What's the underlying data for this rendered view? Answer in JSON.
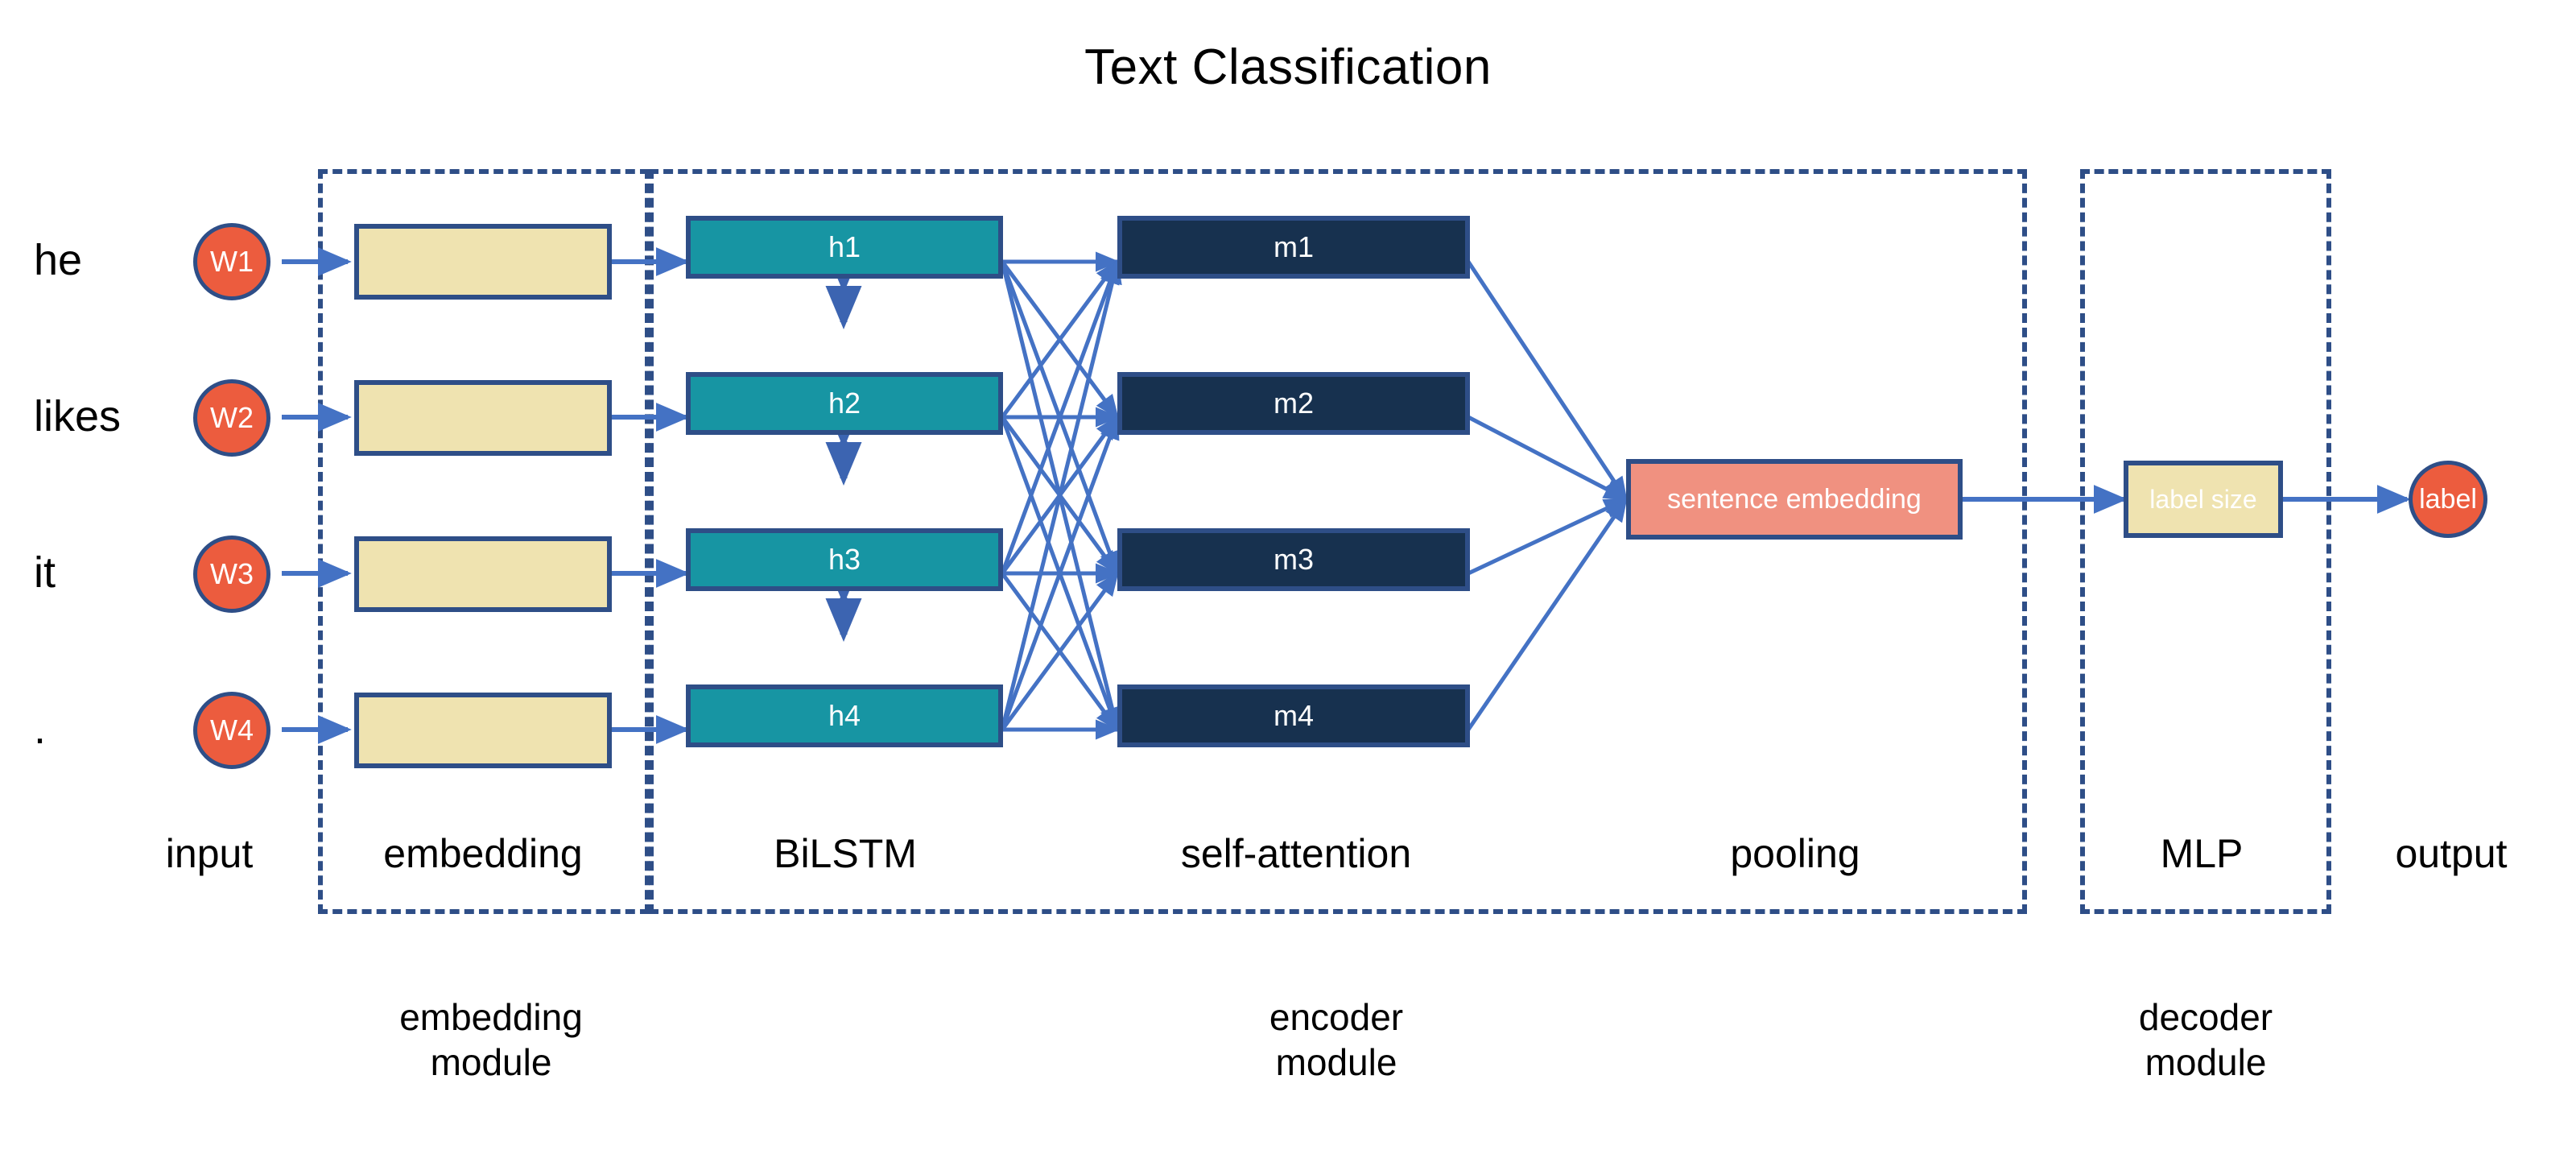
{
  "title": "Text Classification",
  "colors": {
    "accent_blue": "#2E4E87",
    "arrow_blue": "#4472C4",
    "teal": "#1795A3",
    "navy": "#17314F",
    "khaki": "#EFE3B0",
    "salmon": "#F09180",
    "orange": "#EC5C3E"
  },
  "input": {
    "words": [
      "he",
      "likes",
      "it",
      "."
    ],
    "tokens": [
      "W1",
      "W2",
      "W3",
      "W4"
    ]
  },
  "embedding": {
    "boxes": [
      "",
      "",
      "",
      ""
    ]
  },
  "bilstm": {
    "boxes": [
      "h1",
      "h2",
      "h3",
      "h4"
    ]
  },
  "self_attention": {
    "boxes": [
      "m1",
      "m2",
      "m3",
      "m4"
    ]
  },
  "pooling": {
    "box": "sentence embedding"
  },
  "mlp": {
    "box": "label size"
  },
  "output": {
    "token": "label"
  },
  "stage_labels": [
    "input",
    "embedding",
    "BiLSTM",
    "self-attention",
    "pooling",
    "MLP",
    "output"
  ],
  "module_labels": [
    "embedding\nmodule",
    "encoder\nmodule",
    "decoder\nmodule"
  ],
  "module_labels_lines": {
    "embedding": [
      "embedding",
      "module"
    ],
    "encoder": [
      "encoder",
      "module"
    ],
    "decoder": [
      "decoder",
      "module"
    ]
  }
}
